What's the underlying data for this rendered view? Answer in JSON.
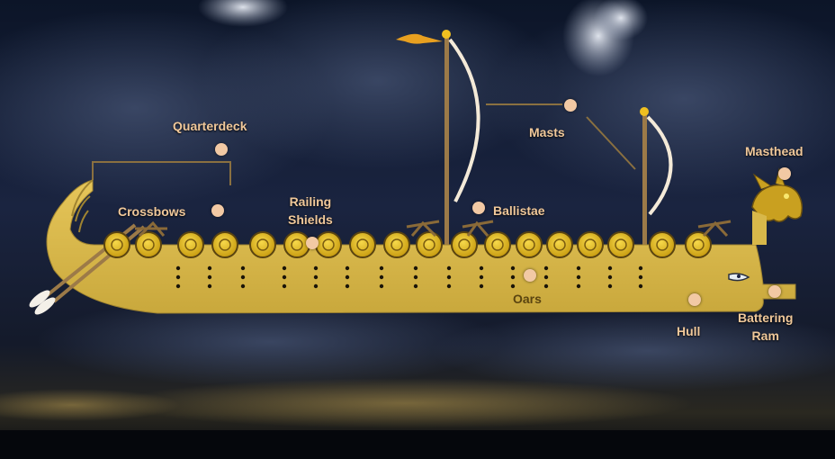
{
  "labels": {
    "quarterdeck": "Quarterdeck",
    "crossbows": "Crossbows",
    "railing_shields_line1": "Railing",
    "railing_shields_line2": "Shields",
    "ballistae": "Ballistae",
    "masts": "Masts",
    "masthead": "Masthead",
    "oars": "Oars",
    "hull": "Hull",
    "battering_ram_line1": "Battering",
    "battering_ram_line2": "Ram"
  },
  "colors": {
    "label_text": "#f0c89a",
    "hotspot": "#f2c9a4",
    "hull": "#d8b84a",
    "leader_line": "#8a7040",
    "shield": "#e8c020",
    "sail": "#f4ead8",
    "pennant": "#e8a020"
  }
}
